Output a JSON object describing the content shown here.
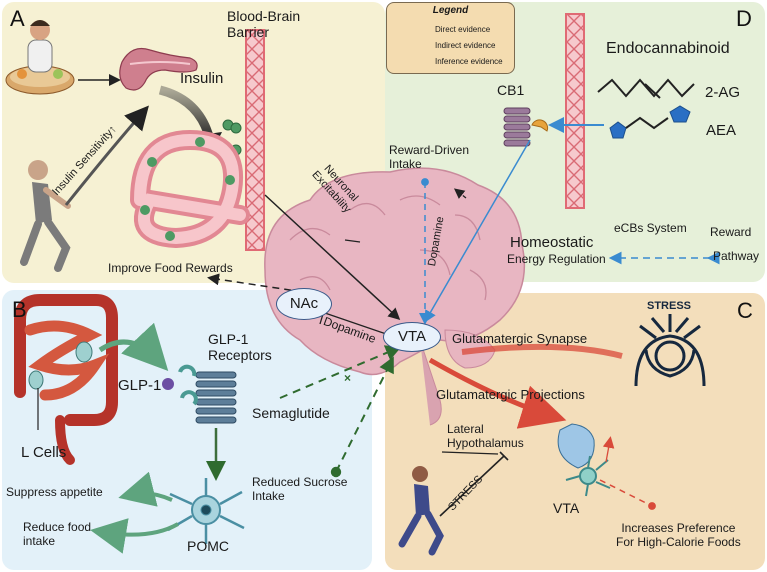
{
  "panels": {
    "a": {
      "letter": "A",
      "bbb": "Blood-Brain\nBarrier",
      "insulin": "Insulin",
      "insulin_sensitivity": "Insulin Sensitivity↑",
      "improve_food_rewards": "Improve Food Rewards"
    },
    "b": {
      "letter": "B",
      "glp1": "GLP-1",
      "glp1_receptors": "GLP-1\nReceptors",
      "l_cells": "L Cells",
      "semaglutide": "Semaglutide",
      "suppress_appetite": "Suppress appetite",
      "reduce_food_intake": "Reduce food\nintake",
      "pomc": "POMC",
      "reduced_sucrose": "Reduced Sucrose\nIntake"
    },
    "c": {
      "letter": "C",
      "stress_badge": "STRESS",
      "glutamatergic_synapse": "Glutamatergic Synapse",
      "glutamatergic_projections": "Glutamatergic Projections",
      "lateral_hypothalamus": "Lateral\nHypothalamus",
      "stress_runner": "STRESS",
      "vta": "VTA",
      "increases_preference": "Increases Preference\nFor High-Calorie Foods"
    },
    "d": {
      "letter": "D",
      "endocannabinoid": "Endocannabinoid",
      "ag": "2-AG",
      "aea": "AEA",
      "cb1": "CB1",
      "reward_driven": "Reward-Driven\nIntake",
      "homeostatic": "Homeostatic",
      "energy_regulation": "Energy Regulation",
      "ecbs_system": "eCBs System",
      "reward": "Reward",
      "pathway": "Pathway"
    }
  },
  "brain": {
    "nac": "NAc",
    "vta": "VTA",
    "dopamine_left": "Dopamine",
    "dopamine_right": "Dopamine",
    "neuronal_excitability": "Neuronal\nExcitability"
  },
  "legend": {
    "title": "Legend",
    "items": [
      "Direct evidence",
      "Indirect evidence",
      "Inference evidence"
    ]
  },
  "colors": {
    "panel_a": "#f6f1d3",
    "panel_b": "#e3f1f9",
    "panel_c": "#f3debb",
    "panel_d": "#e6f0d9",
    "brain": "#e8b6c2",
    "vessel": "#e47e86",
    "gut": "#c0392b",
    "green_arrow": "#5ea47e",
    "blue_arrow": "#3a8bd0",
    "red_arrow": "#d94a3a",
    "dark_green_dash": "#2f6b2f"
  },
  "icons": [
    "person-eating-icon",
    "pancreas-icon",
    "runner-icon",
    "blood-vessel-icon",
    "brain-icon",
    "intestine-icon",
    "receptor-icon",
    "neuron-icon",
    "stress-head-icon",
    "molecule-icon"
  ]
}
